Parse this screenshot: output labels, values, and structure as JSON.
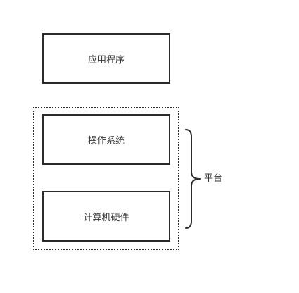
{
  "diagram": {
    "layers": {
      "application": "应用程序",
      "operating_system": "操作系统",
      "hardware": "计算机硬件"
    },
    "group_label": "平台"
  },
  "colors": {
    "stroke": "#2b2b2b",
    "text": "#333333",
    "background": "#ffffff"
  }
}
